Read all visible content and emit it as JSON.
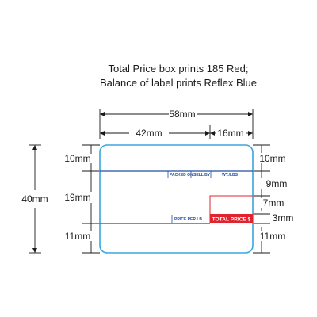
{
  "note": {
    "line1": "Total Price box prints 185 Red;",
    "line2": "Balance of label prints Reflex Blue"
  },
  "dimensions": {
    "total_width": "58mm",
    "left_width": "42mm",
    "right_width": "16mm",
    "total_height": "40mm",
    "left_top": "10mm",
    "left_middle": "19mm",
    "left_bottom": "11mm",
    "right_top": "10mm",
    "right_9": "9mm",
    "right_7": "7mm",
    "right_3": "3mm",
    "right_bottom": "11mm"
  },
  "label": {
    "packed_on": "PACKED ON",
    "sell_by": "SELL BY",
    "wt_lbs": "WT./LBS",
    "price_per_lb": "PRICE PER LB.",
    "total_price": "TOTAL PRICE $"
  },
  "colors": {
    "reflex_blue": "#1f4fa3",
    "red_185": "#e2232e",
    "label_outline": "#3aa6dd"
  }
}
